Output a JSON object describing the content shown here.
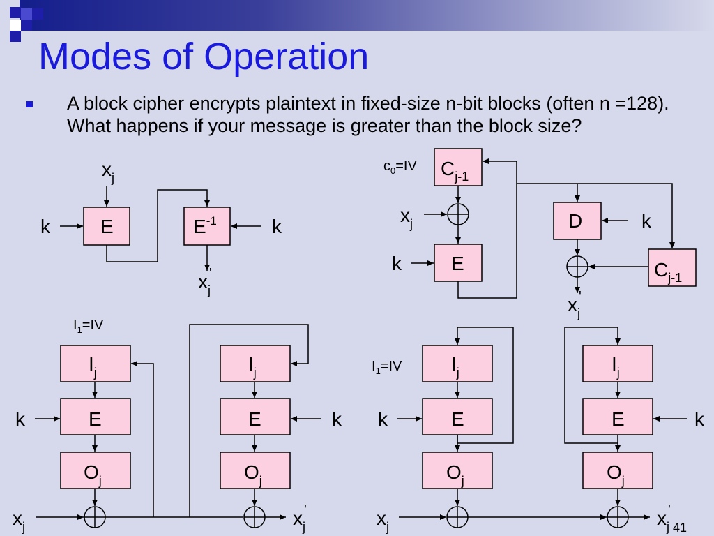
{
  "slide": {
    "title": "Modes of Operation",
    "bullet": "A block cipher encrypts plaintext in fixed-size n-bit blocks (often n =128). What happens if your message is greater than the block size?"
  },
  "diagram": {
    "ecb": {
      "input": "x",
      "input_sub": "j",
      "key_left": "k",
      "key_right": "k",
      "enc": "E",
      "dec": "E",
      "dec_sup": "-1",
      "output": "x",
      "output_sub": "j",
      "output_prime": "'"
    },
    "cbc": {
      "iv_label": "c",
      "iv_sub": "0",
      "iv_eq": "=IV",
      "prev_c": "C",
      "prev_c_sub": "j-1",
      "input": "x",
      "input_sub": "j",
      "key": "k",
      "enc": "E",
      "dec": "D",
      "key_dec": "k",
      "prev_c2": "C",
      "prev_c2_sub": "j-1",
      "output": "x",
      "output_sub": "j",
      "output_prime": "'"
    },
    "ofb": {
      "iv_label": "I",
      "iv_sub": "1",
      "iv_eq": "=IV",
      "reg_l": "I",
      "reg_l_sub": "j",
      "reg_r": "I",
      "reg_r_sub": "j",
      "key_l": "k",
      "key_r": "k",
      "enc_l": "E",
      "enc_r": "E",
      "out_l": "O",
      "out_l_sub": "j",
      "out_r": "O",
      "out_r_sub": "j",
      "input": "x",
      "input_sub": "j",
      "output": "x",
      "output_sub": "j",
      "output_prime": "'"
    },
    "cfb": {
      "iv_label": "I",
      "iv_sub": "1",
      "iv_eq": "=IV",
      "reg_l": "I",
      "reg_l_sub": "j",
      "reg_r": "I",
      "reg_r_sub": "j",
      "key_l": "k",
      "key_r": "k",
      "enc_l": "E",
      "enc_r": "E",
      "out_l": "O",
      "out_l_sub": "j",
      "out_r": "O",
      "out_r_sub": "j",
      "input": "x",
      "input_sub": "j",
      "output": "x",
      "output_sub": "j",
      "output_prime": "'",
      "page_number": "41"
    }
  },
  "colors": {
    "title": "#1a1adc",
    "box_fill": "#fcd0e0",
    "background": "#d6d9eb"
  }
}
